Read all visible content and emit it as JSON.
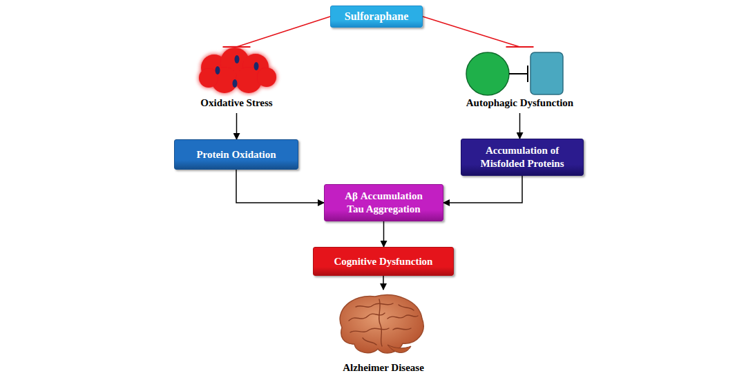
{
  "diagram": {
    "nodes": [
      {
        "text": [
          "Sulforaphane"
        ]
      },
      {
        "text": [
          "Oxidative Stress"
        ]
      },
      {
        "text": [
          "Autophagic Dysfunction"
        ]
      },
      {
        "text": [
          "Protein Oxidation"
        ]
      },
      {
        "text": [
          "Accumulation of Misfolded Proteins"
        ]
      },
      {
        "text": [
          "Aβ Accumulation Tau Aggregation"
        ]
      },
      {
        "text": [
          "Cognitive Dysfunction"
        ]
      },
      {
        "text": [
          "Alzheimer Disease"
        ]
      }
    ],
    "edges": [
      {
        "from": 0,
        "to": 1,
        "arrow": "to"
      },
      {
        "from": 0,
        "to": 2,
        "arrow": "to"
      },
      {
        "from": 1,
        "to": 3,
        "arrow": "to"
      },
      {
        "from": 2,
        "to": 4,
        "arrow": "to"
      },
      {
        "from": 3,
        "to": 5,
        "arrow": "to"
      },
      {
        "from": 4,
        "to": 5,
        "arrow": "to"
      },
      {
        "from": 5,
        "to": 6,
        "arrow": "to"
      },
      {
        "from": 6,
        "to": 7,
        "arrow": "to"
      }
    ]
  }
}
